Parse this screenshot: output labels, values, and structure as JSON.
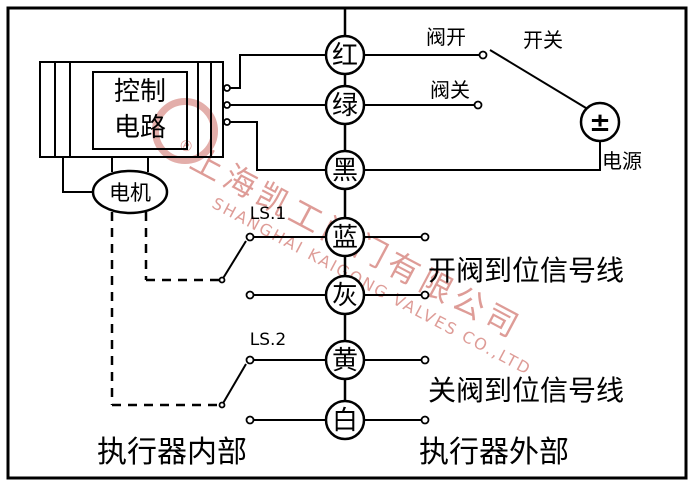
{
  "control_box": {
    "line1": "控制",
    "line2": "电路"
  },
  "motor_label": "电机",
  "wires": [
    {
      "id": "red",
      "label": "红"
    },
    {
      "id": "green",
      "label": "绿"
    },
    {
      "id": "black",
      "label": "黑"
    },
    {
      "id": "blue",
      "label": "蓝"
    },
    {
      "id": "gray",
      "label": "灰"
    },
    {
      "id": "yellow",
      "label": "黄"
    },
    {
      "id": "white",
      "label": "白"
    }
  ],
  "labels": {
    "valve_open": "阀开",
    "valve_close": "阀关",
    "switch": "开关",
    "power": "电源",
    "power_symbol": "±",
    "limit_switch_1": "LS.1",
    "limit_switch_2": "LS.2",
    "open_in_place_signal": "开阀到位信号线",
    "close_in_place_signal": "关阀到位信号线",
    "actuator_internal": "执行器内部",
    "actuator_external": "执行器外部"
  },
  "watermark": {
    "registered_mark": "®",
    "company_cn": "上海凯工阀门有限公司",
    "company_en": "SHANGHAI KAIGONG VALVES CO.,LTD",
    "color": "#c24b42"
  },
  "colors": {
    "line": "#000000",
    "background": "#ffffff"
  }
}
